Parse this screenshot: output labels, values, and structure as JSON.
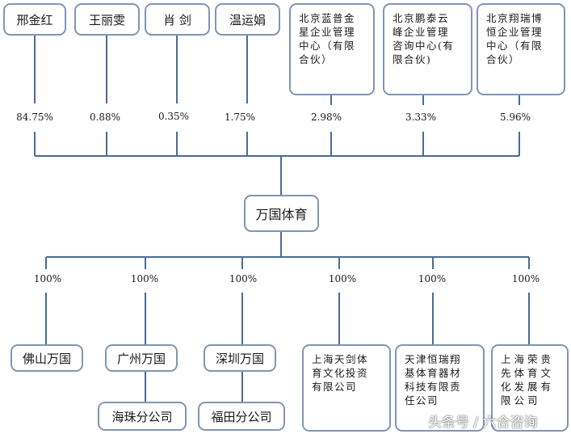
{
  "shareholders": [
    {
      "name": "邢金红",
      "pct": "84.75%"
    },
    {
      "name": "王丽雯",
      "pct": "0.88%"
    },
    {
      "name": "肖 剑",
      "pct": "0.35%"
    },
    {
      "name": "温运娟",
      "pct": "1.75%"
    },
    {
      "name": "北京蓝普金\n星企业管理\n中心（有限\n合伙）",
      "pct": "2.98%"
    },
    {
      "name": "北京鹏泰云\n峰企业管理\n咨询中心(有\n限合伙)",
      "pct": "3.33%"
    },
    {
      "name": "北京翔瑞博\n恒企业管理\n中心（有限\n合伙）",
      "pct": "5.96%"
    }
  ],
  "company": {
    "name": "万国体育"
  },
  "subsidiaries": [
    {
      "name": "佛山万国",
      "pct": "100%"
    },
    {
      "name": "广州万国",
      "pct": "100%"
    },
    {
      "name": "深圳万国",
      "pct": "100%"
    },
    {
      "name": "上海天剑体\n育文化投资\n有限公司",
      "pct": "100%"
    },
    {
      "name": "天津恒瑞翔\n基体育器材\n科技有限责\n任公司",
      "pct": "100%"
    },
    {
      "name": "上海荣贵\n先体育文\n化发展有\n限公司",
      "pct": "100%"
    }
  ],
  "branches": [
    {
      "name": "海珠分公司"
    },
    {
      "name": "福田分公司"
    }
  ],
  "watermark": "头条号 / 六合咨询",
  "colors": {
    "line": "#4a6c94",
    "border": "#8096b4"
  }
}
